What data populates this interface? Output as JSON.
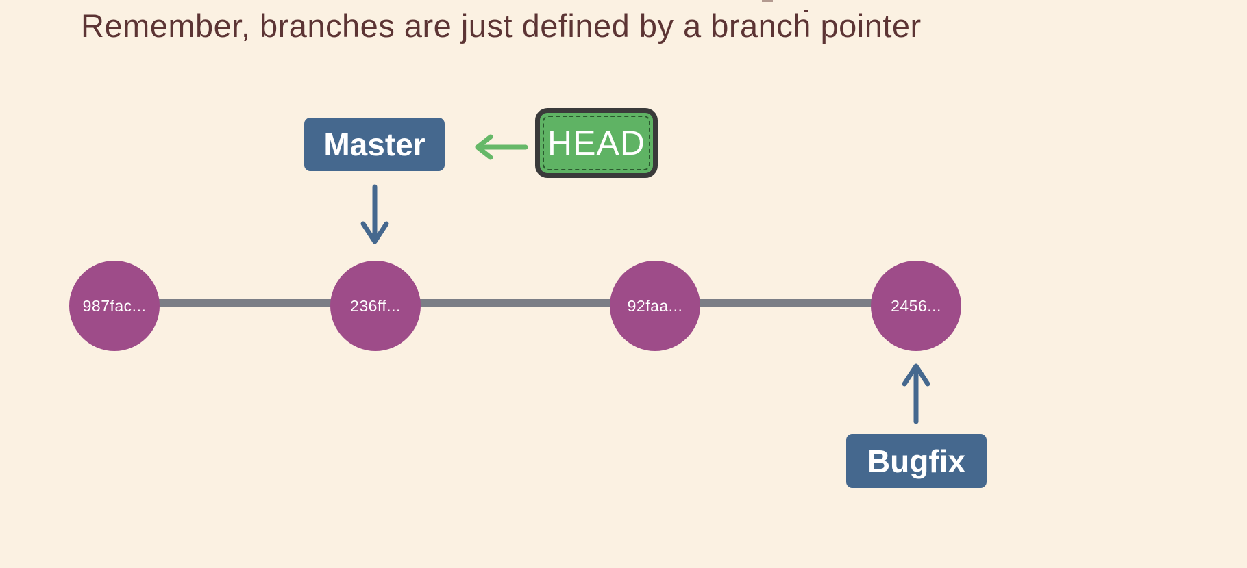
{
  "title": {
    "text": "Remember, branches are just defined by a branch pointer"
  },
  "diagram": {
    "commits": [
      {
        "hash": "987fac..."
      },
      {
        "hash": "236ff..."
      },
      {
        "hash": "92faa..."
      },
      {
        "hash": "2456..."
      }
    ],
    "branch_labels": {
      "master": {
        "label": "Master"
      },
      "bugfix": {
        "label": "Bugfix"
      }
    },
    "head": {
      "label": "HEAD"
    },
    "arrows": [
      {
        "name": "head-to-master",
        "direction": "left",
        "color": "#66b868"
      },
      {
        "name": "master-to-commit",
        "direction": "down",
        "color": "#45688e"
      },
      {
        "name": "bugfix-to-commit",
        "direction": "up",
        "color": "#45688e"
      }
    ]
  },
  "colors": {
    "background": "#fbf1e2",
    "title_text": "#5c3434",
    "branch_label_blue": "#45688e",
    "commit_purple": "#9e4c89",
    "rail_gray": "#7b7e86",
    "head_green": "#5fb364",
    "head_border": "#3a3a3a",
    "arrow_green": "#66b868",
    "label_text": "#ffffff"
  }
}
